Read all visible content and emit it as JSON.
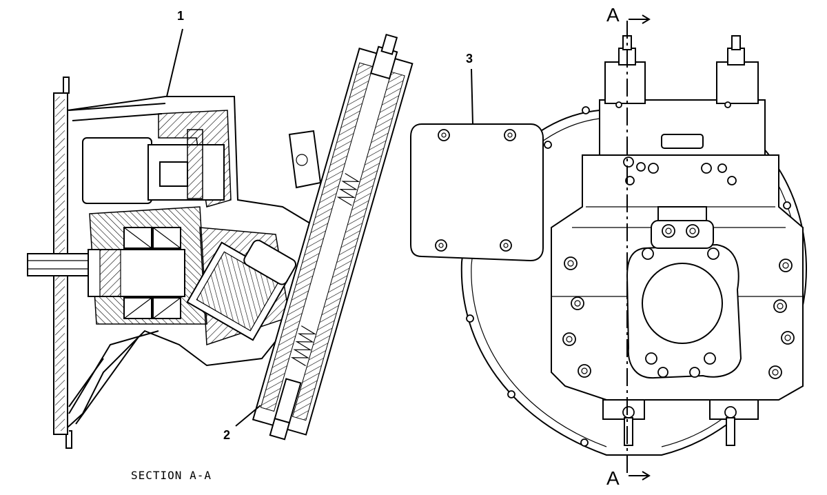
{
  "callouts": [
    {
      "id": "1",
      "text": "1"
    },
    {
      "id": "2",
      "text": "2"
    },
    {
      "id": "3",
      "text": "3"
    }
  ],
  "section_caption": "SECTION A-A",
  "section_markers": {
    "top": "A",
    "bottom": "A"
  }
}
